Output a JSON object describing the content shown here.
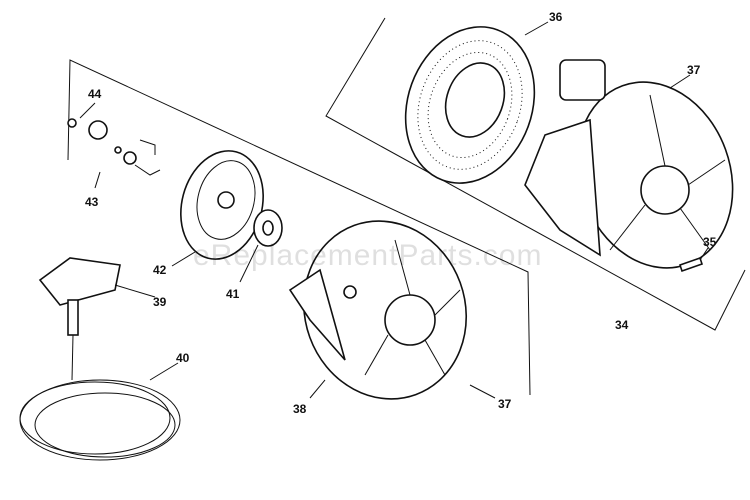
{
  "watermark": "eReplacementParts.com",
  "labels": {
    "l36": "36",
    "l37a": "37",
    "l44": "44",
    "l43": "43",
    "l42": "42",
    "l41": "41",
    "l39": "39",
    "l40": "40",
    "l38": "38",
    "l37b": "37",
    "l35": "35",
    "l34": "34"
  }
}
